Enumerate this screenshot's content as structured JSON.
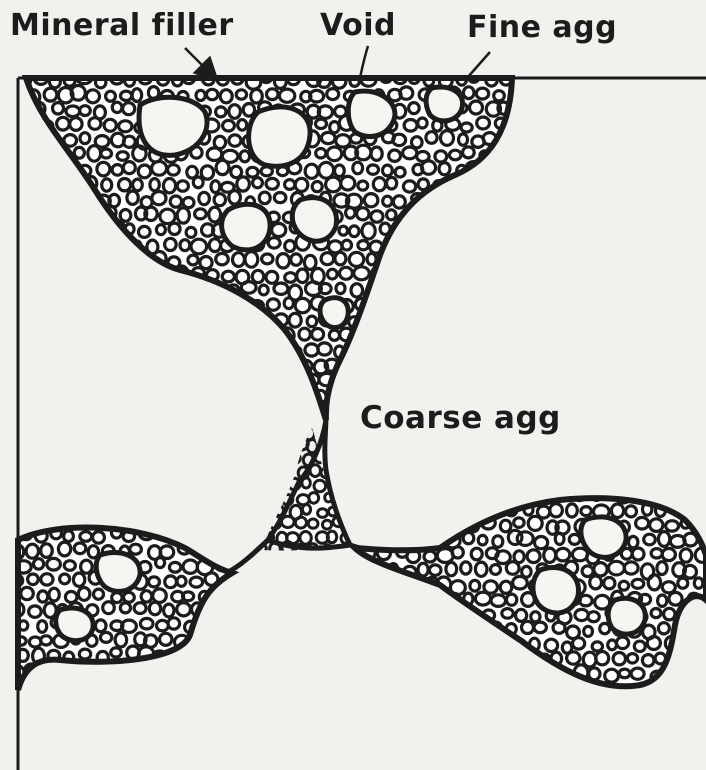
{
  "labels": {
    "mineral_filler": "Mineral filler",
    "void": "Void",
    "fine_agg": "Fine agg",
    "coarse_agg": "Coarse agg"
  },
  "colors": {
    "background": "#f1f1ee",
    "ink": "#1c1c1c"
  }
}
